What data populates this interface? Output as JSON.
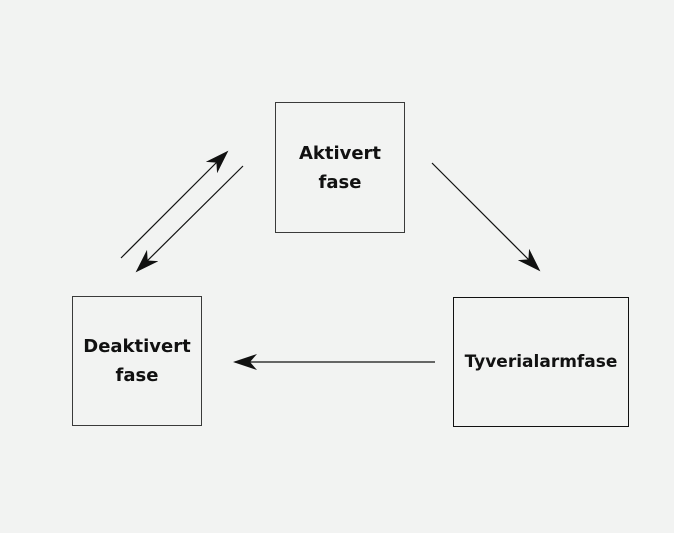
{
  "diagram": {
    "nodes": {
      "active": {
        "label": "Aktivert\nfase"
      },
      "deactivated": {
        "label": "Deaktivert\nfase"
      },
      "alarm": {
        "label": "Tyverialarmfase"
      }
    },
    "edges": [
      {
        "from": "deactivated",
        "to": "active"
      },
      {
        "from": "active",
        "to": "deactivated"
      },
      {
        "from": "active",
        "to": "alarm"
      },
      {
        "from": "alarm",
        "to": "deactivated"
      }
    ]
  }
}
